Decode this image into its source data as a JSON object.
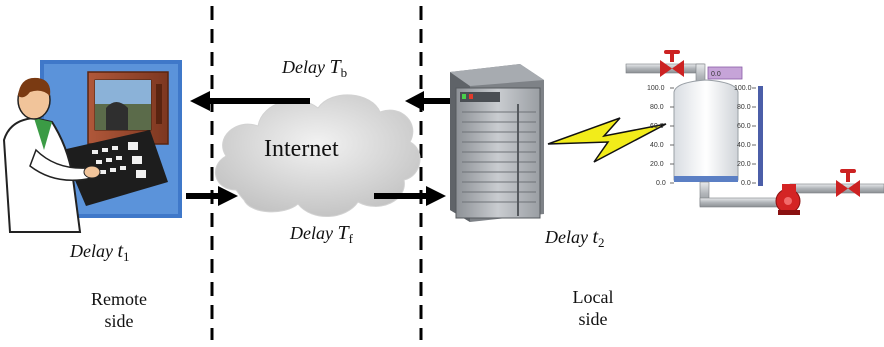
{
  "labels": {
    "delay_b_word": "Delay",
    "delay_b_sym": "T",
    "delay_b_sub": "b",
    "delay_f_word": "Delay",
    "delay_f_sym": "T",
    "delay_f_sub": "f",
    "delay_t1_word": "Delay",
    "delay_t1_sym": "t",
    "delay_t1_sub": "1",
    "delay_t2_word": "Delay",
    "delay_t2_sym": "t",
    "delay_t2_sub": "2",
    "internet": "Internet",
    "remote_line1": "Remote",
    "remote_line2": "side",
    "local_line1": "Local",
    "local_line2": "side"
  },
  "tank": {
    "display_value": "0.0",
    "scale_left": [
      "100.0",
      "80.0",
      "60.0",
      "40.0",
      "20.0",
      "0.0"
    ],
    "scale_right": [
      "100.0",
      "80.0",
      "60.0",
      "40.0",
      "20.0",
      "0.0"
    ]
  },
  "icons": {
    "operator": "remote-operator-workstation-icon",
    "cloud": "internet-cloud-icon",
    "server": "server-tower-icon",
    "link": "lightning-link-icon",
    "process": "water-tank-process-icon"
  },
  "colors": {
    "arrow": "#000000",
    "lightning": "#f2ec1a",
    "valve": "#cc2222",
    "pump": "#d42424",
    "screen_bg": "#4a7fd0"
  }
}
